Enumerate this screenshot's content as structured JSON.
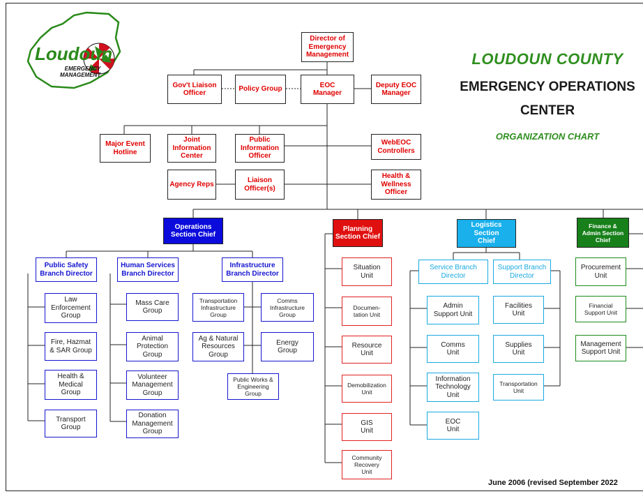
{
  "title": {
    "line1": "LOUDOUN COUNTY",
    "line2": "EMERGENCY OPERATIONS",
    "line3": "CENTER",
    "subtitle": "ORGANIZATION CHART"
  },
  "logo": {
    "name": "Loudoun",
    "sub": "EMERGENCY\nMANAGEMENT"
  },
  "date": "June 2006 (revised September 2022",
  "colors": {
    "red": "#e00000",
    "blue": "#1515d0",
    "cyan": "#19a9e0",
    "green": "#1b8a1b",
    "title_green": "#2f8f1f"
  },
  "command": {
    "director": "Director of\nEmergency\nManagement",
    "govt_liaison": "Gov't Liaison\nOfficer",
    "policy_group": "Policy Group",
    "eoc_manager": "EOC\nManager",
    "deputy": "Deputy EOC\nManager",
    "major_event": "Major Event\nHotline",
    "jic": "Joint\nInformation\nCenter",
    "pio": "Public\nInformation\nOfficer",
    "webeoc": "WebEOC\nControllers",
    "agency_reps": "Agency Reps",
    "liaison": "Liaison\nOfficer(s)",
    "health": "Health &\nWellness\nOfficer"
  },
  "sections": {
    "operations": "Operations\nSection Chief",
    "planning": "Planning\nSection Chief",
    "logistics": "Logistics Section\nChief",
    "finance": "Finance &\nAdmin Section\nChief"
  },
  "operations": {
    "public_safety": {
      "title": "Public Safety\nBranch Director",
      "groups": [
        "Law\nEnforcement\nGroup",
        "Fire, Hazmat\n& SAR Group",
        "Health &\nMedical\nGroup",
        "Transport\nGroup"
      ]
    },
    "human_services": {
      "title": "Human Services\nBranch Director",
      "groups": [
        "Mass Care\nGroup",
        "Animal\nProtection\nGroup",
        "Volunteer\nManagement\nGroup",
        "Donation\nManagement\nGroup"
      ]
    },
    "infrastructure": {
      "title": "Infrastructure\nBranch Director",
      "groups": [
        "Transportation\nInfrastructure\nGroup",
        "Comms\nInfrastructure\nGroup",
        "Ag & Natural\nResources\nGroup",
        "Energy\nGroup",
        "Public Works &\nEngineering\nGroup"
      ]
    }
  },
  "planning_units": [
    "Situation\nUnit",
    "Documen-\ntation Unit",
    "Resource\nUnit",
    "Demobilization\nUnit",
    "GIS\nUnit",
    "Community\nRecovery\nUnit"
  ],
  "logistics": {
    "service": {
      "title": "Service Branch\nDirector",
      "units": [
        "Admin\nSupport Unit",
        "Comms\nUnit",
        "Information\nTechnology\nUnit",
        "EOC\nUnit"
      ]
    },
    "support": {
      "title": "Support Branch\nDirector",
      "units": [
        "Facilities\nUnit",
        "Supplies\nUnit",
        "Transportation\nUnit"
      ]
    }
  },
  "finance_units": [
    "Procurement\nUnit",
    "Financial\nSupport Unit",
    "Management\nSupport Unit"
  ]
}
